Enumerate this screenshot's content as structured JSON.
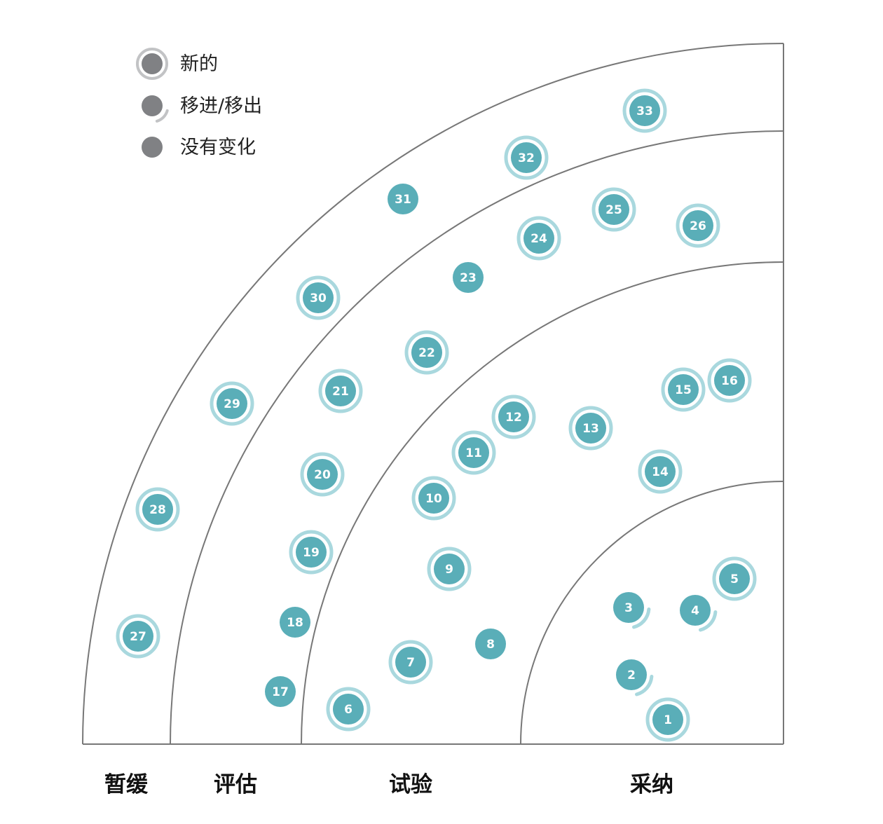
{
  "legend": [
    {
      "key": "new",
      "label": "新的",
      "marker": "circle-with-ring"
    },
    {
      "key": "moved",
      "label": "移进/移出",
      "marker": "circle-with-arc"
    },
    {
      "key": "unchanged",
      "label": "没有变化",
      "marker": "plain-circle"
    }
  ],
  "rings": [
    {
      "key": "hold",
      "label": "暂缓"
    },
    {
      "key": "assess",
      "label": "评估"
    },
    {
      "key": "trial",
      "label": "试验"
    },
    {
      "key": "adopt",
      "label": "采纳"
    }
  ],
  "colors": {
    "blip": "#5aaeb8",
    "blip_ring": "#a9d8de",
    "legend_marker": "#808184",
    "legend_ring": "#c2c3c5",
    "arc_line": "#777777"
  },
  "blips": [
    {
      "number": "1",
      "ring": "adopt",
      "status": "new"
    },
    {
      "number": "2",
      "ring": "adopt",
      "status": "moved"
    },
    {
      "number": "3",
      "ring": "adopt",
      "status": "moved"
    },
    {
      "number": "4",
      "ring": "adopt",
      "status": "moved"
    },
    {
      "number": "5",
      "ring": "adopt",
      "status": "new"
    },
    {
      "number": "6",
      "ring": "trial",
      "status": "new"
    },
    {
      "number": "7",
      "ring": "trial",
      "status": "new"
    },
    {
      "number": "8",
      "ring": "trial",
      "status": "unchanged"
    },
    {
      "number": "9",
      "ring": "trial",
      "status": "new"
    },
    {
      "number": "10",
      "ring": "trial",
      "status": "new"
    },
    {
      "number": "11",
      "ring": "trial",
      "status": "new"
    },
    {
      "number": "12",
      "ring": "trial",
      "status": "new"
    },
    {
      "number": "13",
      "ring": "trial",
      "status": "new"
    },
    {
      "number": "14",
      "ring": "trial",
      "status": "new"
    },
    {
      "number": "15",
      "ring": "trial",
      "status": "new"
    },
    {
      "number": "16",
      "ring": "trial",
      "status": "new"
    },
    {
      "number": "17",
      "ring": "assess",
      "status": "unchanged"
    },
    {
      "number": "18",
      "ring": "assess",
      "status": "unchanged"
    },
    {
      "number": "19",
      "ring": "assess",
      "status": "new"
    },
    {
      "number": "20",
      "ring": "assess",
      "status": "new"
    },
    {
      "number": "21",
      "ring": "assess",
      "status": "new"
    },
    {
      "number": "22",
      "ring": "assess",
      "status": "new"
    },
    {
      "number": "23",
      "ring": "assess",
      "status": "unchanged"
    },
    {
      "number": "24",
      "ring": "assess",
      "status": "new"
    },
    {
      "number": "25",
      "ring": "assess",
      "status": "new"
    },
    {
      "number": "26",
      "ring": "assess",
      "status": "new"
    },
    {
      "number": "27",
      "ring": "hold",
      "status": "new"
    },
    {
      "number": "28",
      "ring": "hold",
      "status": "new"
    },
    {
      "number": "29",
      "ring": "hold",
      "status": "new"
    },
    {
      "number": "30",
      "ring": "hold",
      "status": "new"
    },
    {
      "number": "31",
      "ring": "hold",
      "status": "unchanged"
    },
    {
      "number": "32",
      "ring": "hold",
      "status": "new"
    },
    {
      "number": "33",
      "ring": "hold",
      "status": "new"
    }
  ]
}
